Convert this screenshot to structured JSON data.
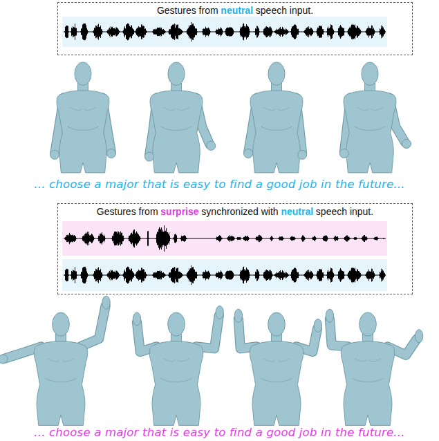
{
  "diagram": {
    "nodes": [
      {
        "text": [
          "Gestures from",
          "neutral",
          "speech input."
        ]
      },
      {
        "text": [
          "Gestures from",
          "surprise",
          "synchronized with",
          "neutral",
          "speech input."
        ]
      }
    ],
    "labels": [
      "... choose a major that is easy to find a good job in the future...",
      "... choose a major that is easy to find a good job in the future..."
    ]
  }
}
